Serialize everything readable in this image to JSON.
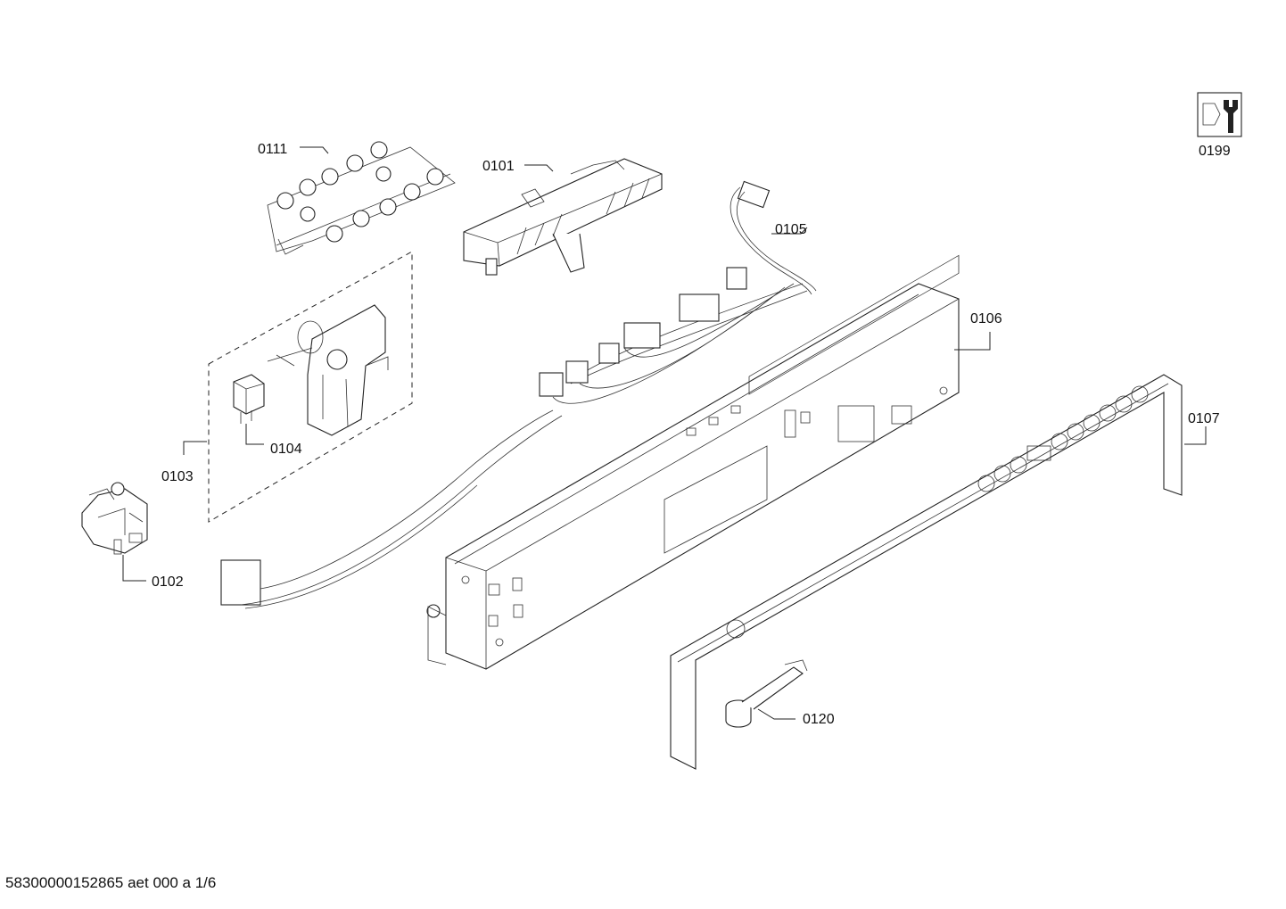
{
  "labels": {
    "p0101": "0101",
    "p0102": "0102",
    "p0103": "0103",
    "p0104": "0104",
    "p0105": "0105",
    "p0106": "0106",
    "p0107": "0107",
    "p0111": "0111",
    "p0120": "0120",
    "p0199": "0199"
  },
  "footer": "58300000152865 aet 000 a 1/6",
  "icons": {
    "service": "wrench-nut-icon"
  }
}
